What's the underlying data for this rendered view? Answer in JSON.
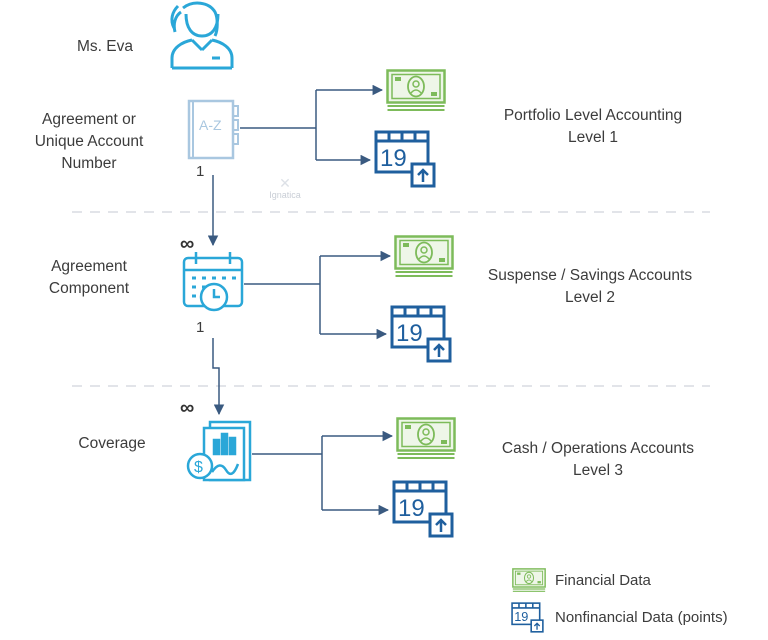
{
  "person": {
    "name": "Ms. Eva"
  },
  "entities": [
    {
      "label": "Agreement or\nUnique Account\nNumber",
      "icon": "address-book-icon",
      "cardinality_below": "1"
    },
    {
      "label": "Agreement\nComponent",
      "icon": "calendar-clock-icon",
      "cardinality_above": "∞",
      "cardinality_below": "1"
    },
    {
      "label": "Coverage",
      "icon": "financial-report-icon",
      "cardinality_above": "∞"
    }
  ],
  "levels": [
    {
      "label": "Portfolio Level Accounting\nLevel 1"
    },
    {
      "label": "Suspense / Savings Accounts\nLevel 2"
    },
    {
      "label": "Cash / Operations Accounts\nLevel 3"
    }
  ],
  "watermark": "Ignatica",
  "legend": {
    "financial": "Financial Data",
    "nonfinancial": "Nonfinancial Data (points)"
  },
  "calendar_day": "19",
  "az_text": "A-Z",
  "colors": {
    "blue": "#1f5f9e",
    "light_blue": "#2aa7d8",
    "green": "#7dbb5a",
    "pale_blue": "#a9c7e0",
    "line": "#3a5a80",
    "separator": "#d8dce2"
  }
}
